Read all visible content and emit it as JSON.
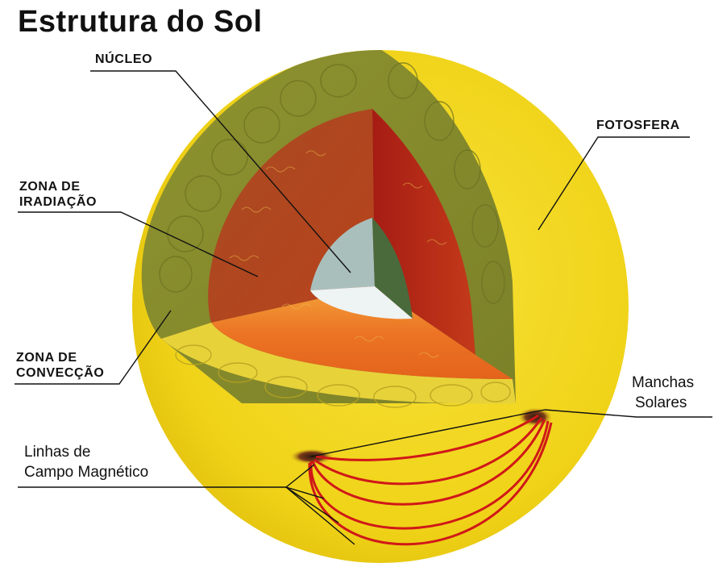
{
  "title": "Estrutura do Sol",
  "labels": {
    "nucleo": "NÚCLEO",
    "fotosfera": "FOTOSFERA",
    "zona_irradiacao": [
      "ZONA DE",
      "IRADIAÇÃO"
    ],
    "zona_conveccao": [
      "ZONA DE",
      "CONVECÇÃO"
    ],
    "manchas_solares": [
      "Manchas",
      "Solares"
    ],
    "linhas_campo": [
      "Linhas de",
      "Campo Magnético"
    ]
  },
  "colors": {
    "photosphere": "#f2d81e",
    "convection_zone": "#8c8f2e",
    "radiation_zone": "#b73a1c",
    "radiation_floor": "#e8691f",
    "core": "#a7bcb9",
    "field_lines": "#d01818",
    "leader_lines": "#111111"
  }
}
